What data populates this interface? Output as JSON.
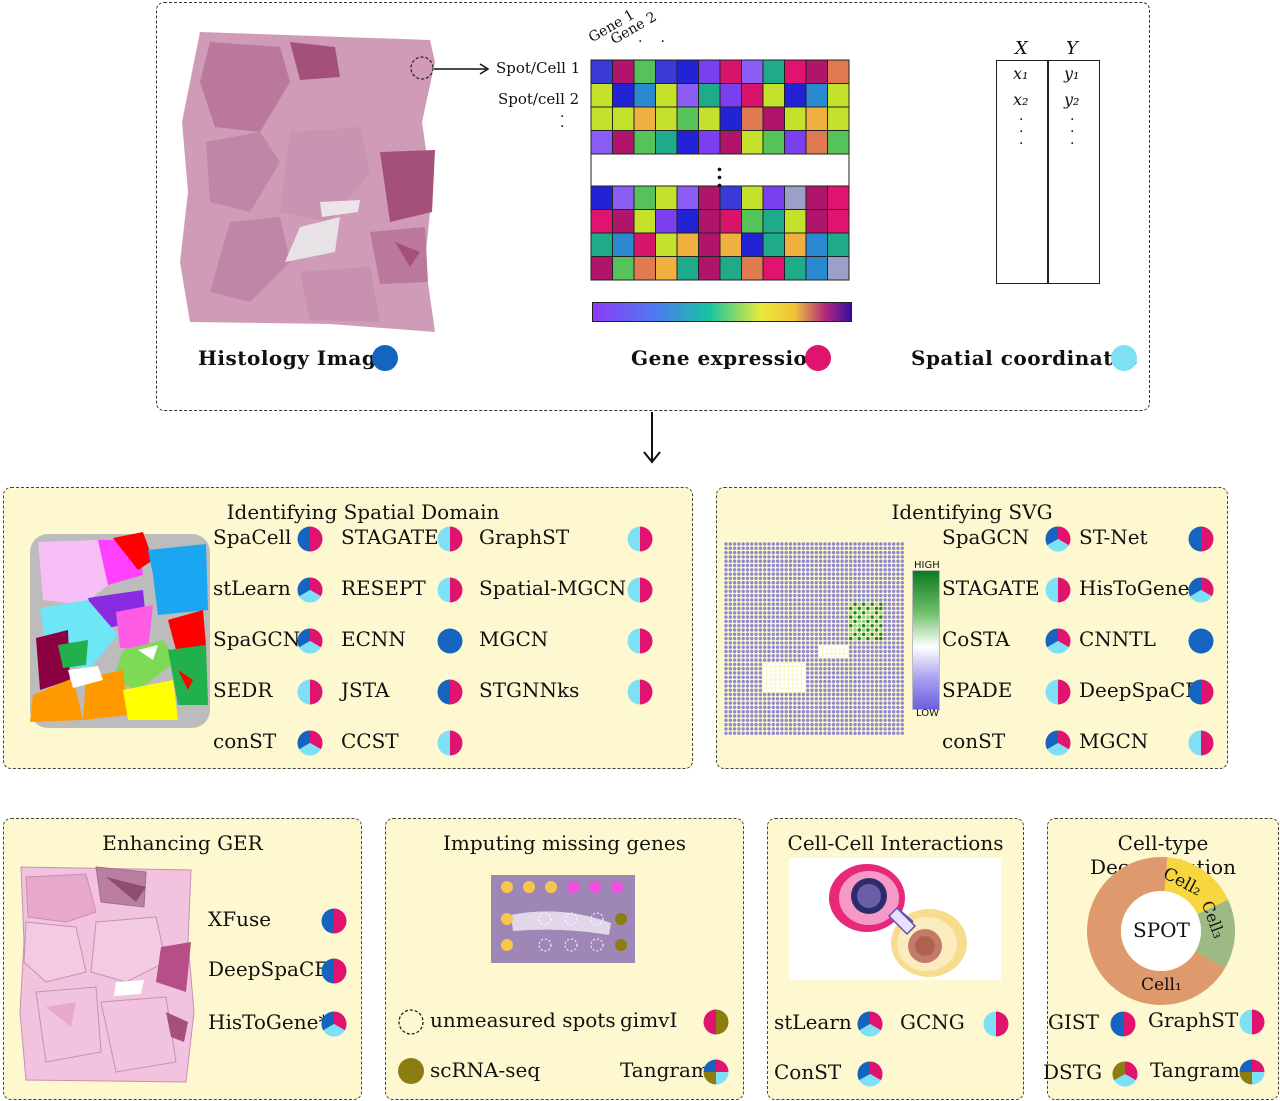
{
  "top": {
    "histology_label": "Histology Image",
    "gene_label": "Gene expression",
    "spatial_label": "Spatial coordinates",
    "gene1": "Gene 1",
    "gene2": "Gene 2",
    "spot1": "Spot/Cell 1",
    "spot2": "Spot/cell 2",
    "coord_x": "X",
    "coord_y": "Y",
    "x_vals": [
      "x₁",
      "x₂"
    ],
    "y_vals": [
      "y₁",
      "y₂"
    ],
    "colors": {
      "histology": "#1565c0",
      "gene": "#e0136f",
      "spatial": "#7ee0f5",
      "olive": "#8b7d0f"
    }
  },
  "domain": {
    "title": "Identifying Spatial Domain",
    "methods": [
      "SpaCell",
      "STAGATE",
      "GraphST",
      "stLearn",
      "RESEPT",
      "Spatial-MGCN",
      "SpaGCN",
      "ECNN",
      "MGCN",
      "SEDR",
      "JSTA",
      "STGNNks",
      "conST",
      "CCST"
    ]
  },
  "svg": {
    "title": "Identifying SVG",
    "high": "HIGH",
    "low": "LOW",
    "methods": [
      "SpaGCN",
      "ST-Net",
      "STAGATE",
      "HisToGene",
      "CoSTA",
      "CNNTL",
      "SPADE",
      "DeepSpaCE",
      "conST",
      "MGCN"
    ]
  },
  "ger": {
    "title": "Enhancing GER",
    "methods": [
      "XFuse",
      "DeepSpaCE",
      "HisToGene*"
    ]
  },
  "impute": {
    "title": "Imputing missing genes",
    "unmeasured": "unmeasured spots",
    "scrna": "scRNA-seq",
    "methods": [
      "gimvI",
      "Tangram"
    ]
  },
  "cci": {
    "title": "Cell-Cell Interactions",
    "methods": [
      "stLearn",
      "GCNG",
      "ConST"
    ]
  },
  "deconv": {
    "title": "Cell-type Deconvolution",
    "spot": "SPOT",
    "cell1": "Cell₁",
    "cell2": "Cell₂",
    "cell3": "Cell₃",
    "methods": [
      "GIST",
      "GraphST",
      "DSTG",
      "Tangram"
    ]
  }
}
